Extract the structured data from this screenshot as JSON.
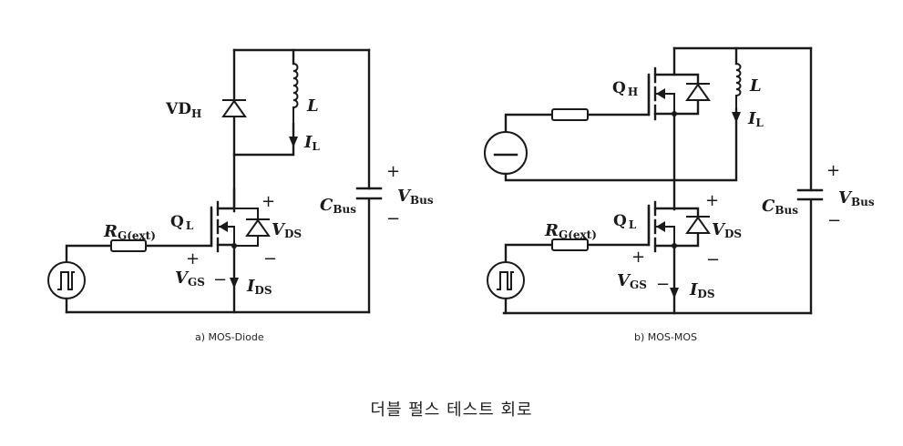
{
  "figure": {
    "title": "더블 펄스 테스트 회로",
    "panels": [
      {
        "id": "a",
        "caption": "a) MOS-Diode",
        "labels": {
          "high_side": "VD",
          "high_side_sub": "H",
          "inductor": "L",
          "inductor_current": "I",
          "inductor_current_sub": "L",
          "low_side": "Q",
          "low_side_sub": "L",
          "gate_resistor": "R",
          "gate_resistor_sub": "G(ext)",
          "vds": "V",
          "vds_sub": "DS",
          "vgs": "V",
          "vgs_sub": "GS",
          "ids": "I",
          "ids_sub": "DS",
          "cap": "C",
          "cap_sub": "Bus",
          "vbus": "V",
          "vbus_sub": "Bus",
          "plus": "+",
          "minus": "−"
        }
      },
      {
        "id": "b",
        "caption": "b) MOS-MOS",
        "labels": {
          "high_side": "Q",
          "high_side_sub": "H",
          "inductor": "L",
          "inductor_current": "I",
          "inductor_current_sub": "L",
          "low_side": "Q",
          "low_side_sub": "L",
          "gate_resistor": "R",
          "gate_resistor_sub": "G(ext)",
          "vds": "V",
          "vds_sub": "DS",
          "vgs": "V",
          "vgs_sub": "GS",
          "ids": "I",
          "ids_sub": "DS",
          "cap": "C",
          "cap_sub": "Bus",
          "vbus": "V",
          "vbus_sub": "Bus",
          "plus": "+",
          "minus": "−"
        }
      }
    ],
    "components": {
      "pulse_source_icon": "pulse-generator-icon",
      "dc_source_icon": "dc-bias-source-icon",
      "mosfet_icon": "n-mosfet-icon",
      "diode_icon": "diode-icon",
      "inductor_icon": "inductor-icon",
      "capacitor_icon": "capacitor-icon",
      "resistor_icon": "resistor-icon"
    }
  }
}
